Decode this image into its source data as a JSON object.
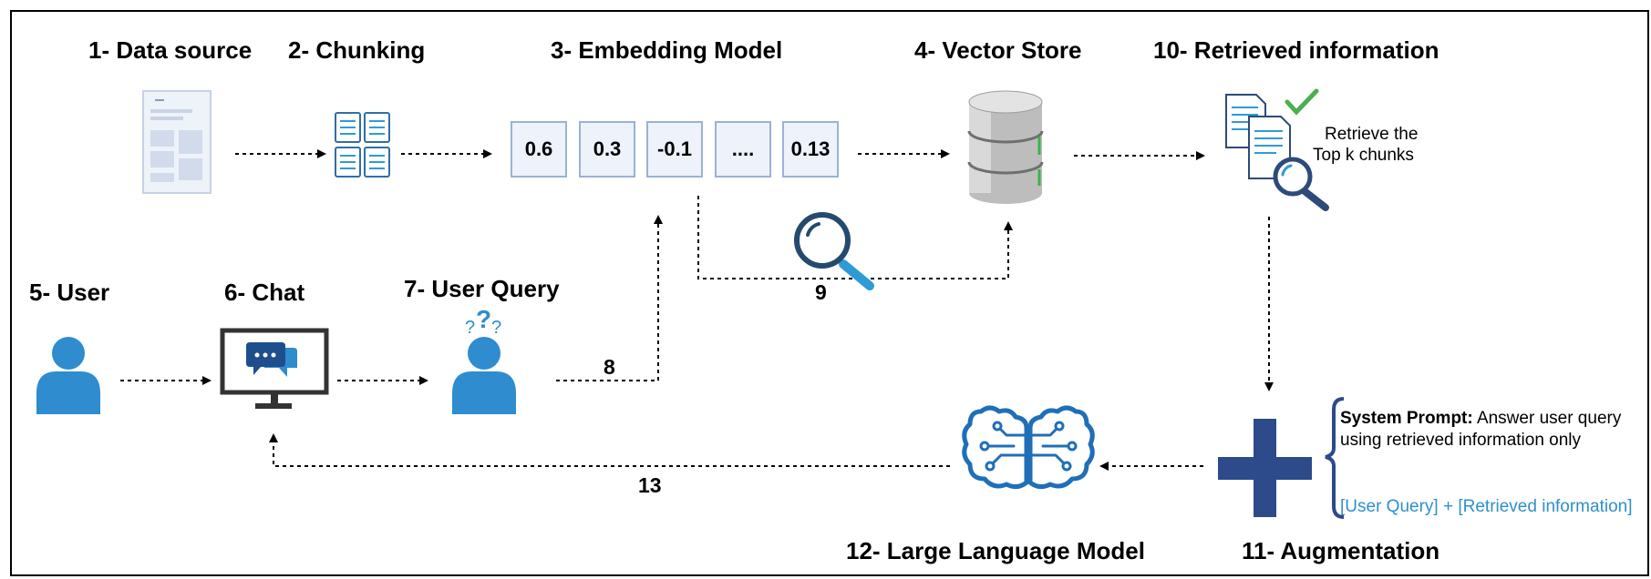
{
  "steps": {
    "data_source": "1- Data source",
    "chunking": "2- Chunking",
    "embedding_model": "3- Embedding Model",
    "vector_store": "4- Vector Store",
    "user": "5- User",
    "chat": "6- Chat",
    "user_query": "7- User Query",
    "retrieved_information": "10- Retrieved information",
    "augmentation": "11- Augmentation",
    "llm": "12- Large Language Model"
  },
  "embedding_vector": [
    "0.6",
    "0.3",
    "-0.1",
    "....",
    "0.13"
  ],
  "arrow_labels": {
    "query_to_embedding": "8",
    "search": "9",
    "response": "13"
  },
  "retrieve_note": {
    "line1": "Retrieve the",
    "line2": "Top k chunks"
  },
  "system_prompt": {
    "label": "System Prompt:",
    "text": "Answer user query using retrieved information only",
    "formula": "[User Query] + [Retrieved information]"
  },
  "question_marks": "?",
  "colors": {
    "accent_blue": "#2f8fd0",
    "navy": "#2d4a8a",
    "check_green": "#4caf50",
    "vector_border": "#9bb1d6"
  },
  "icons": [
    "document-icon",
    "chunks-icon",
    "database-icon",
    "magnifier-icon",
    "retrieved-docs-icon",
    "user-icon",
    "monitor-chat-icon",
    "user-question-icon",
    "brain-network-icon",
    "plus-icon"
  ]
}
